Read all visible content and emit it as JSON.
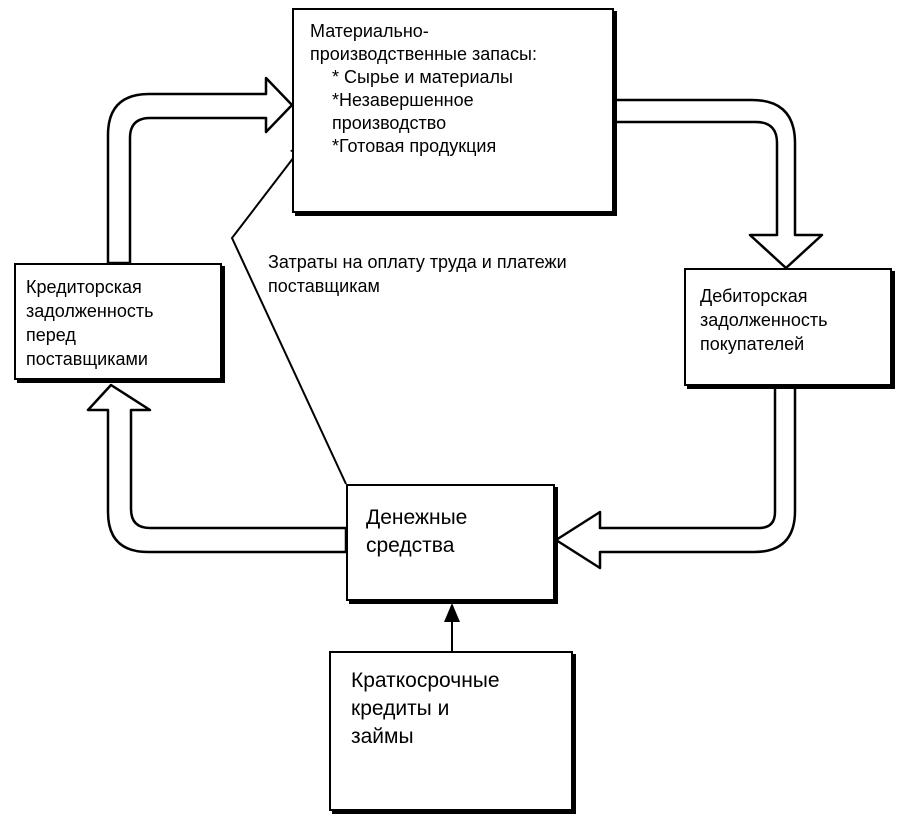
{
  "diagram": {
    "inventory": {
      "title_lines": [
        "Материально-",
        "производственные запасы:"
      ],
      "items": [
        "* Сырье и материалы",
        "*Незавершенное",
        "производство",
        "*Готовая продукция"
      ]
    },
    "payables": {
      "lines": [
        "Кредиторская",
        "задолженность",
        "перед",
        "поставщиками"
      ]
    },
    "receivables": {
      "lines": [
        "Дебиторская",
        "задолженность",
        "покупателей"
      ]
    },
    "cash": {
      "lines": [
        "Денежные",
        "средства"
      ]
    },
    "loans": {
      "lines": [
        "Краткосрочные",
        "кредиты и",
        "займы"
      ]
    },
    "costs_label": {
      "lines": [
        "Затраты на оплату труда и платежи",
        "поставщикам"
      ]
    }
  }
}
